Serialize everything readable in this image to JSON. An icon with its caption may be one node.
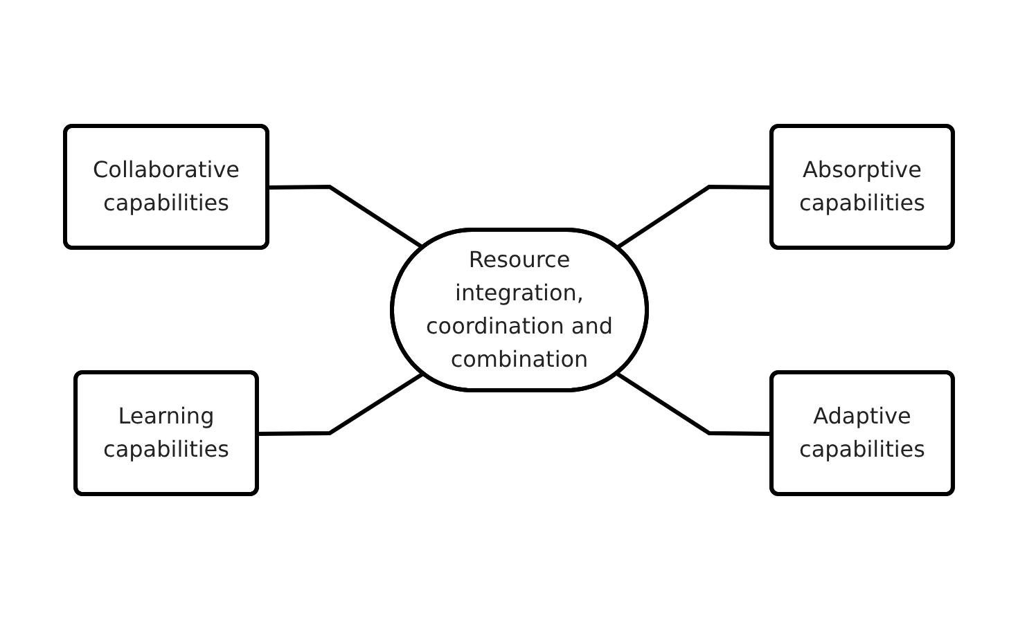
{
  "diagram": {
    "nodes": [
      {
        "text": [
          "Collaborative capabilities"
        ]
      },
      {
        "text": [
          "Absorptive capabilities"
        ]
      },
      {
        "text": [
          "Resource integration, coordination and combination"
        ]
      },
      {
        "text": [
          "Learning capabilities"
        ]
      },
      {
        "text": [
          "Adaptive capabilities"
        ]
      }
    ],
    "edges": [
      {
        "from": 0,
        "to": 2,
        "arrow": "none"
      },
      {
        "from": 2,
        "to": 1,
        "arrow": "none"
      },
      {
        "from": 3,
        "to": 2,
        "arrow": "none"
      },
      {
        "from": 2,
        "to": 4,
        "arrow": "none"
      }
    ]
  }
}
